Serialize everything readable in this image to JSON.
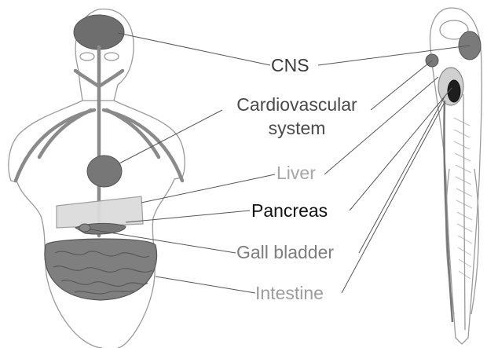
{
  "labels": {
    "cns": {
      "text": "CNS",
      "color": "#3a3a3a"
    },
    "cardio_line1": {
      "text": "Cardiovascular",
      "color": "#4a4a4a"
    },
    "cardio_line2": {
      "text": "system",
      "color": "#4a4a4a"
    },
    "liver": {
      "text": "Liver",
      "color": "#a6a6a6"
    },
    "pancreas": {
      "text": "Pancreas",
      "color": "#111111"
    },
    "gall_bladder": {
      "text": "Gall bladder",
      "color": "#7d7d7d"
    },
    "intestine": {
      "text": "Intestine",
      "color": "#9c9c9c"
    }
  },
  "colors": {
    "outline": "#9a9a9a",
    "organ_dark": "#6e6e6e",
    "organ_mid": "#8a8a8a",
    "liver_fill": "#dcdcdc",
    "intestine_fill": "#7f7f7f",
    "leader_line": "#555555"
  }
}
